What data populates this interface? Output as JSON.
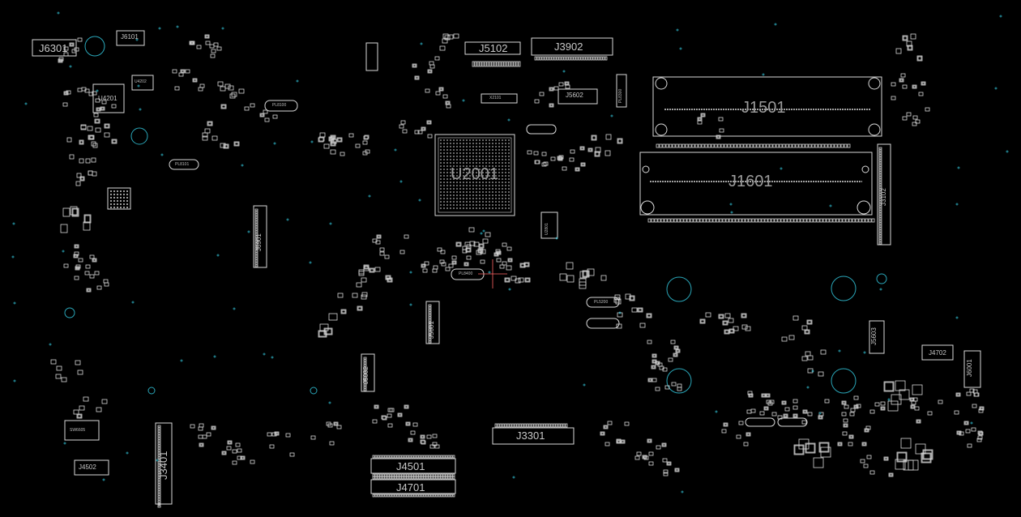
{
  "board": {
    "background": "#000000",
    "outline_color": "#d8d8d8",
    "via_color": "#2aa6b8",
    "large_labels": {
      "u2001": "U2001",
      "j1501": "J1501",
      "j1601": "J1601"
    },
    "connector_labels": {
      "j6301": "J6301",
      "j6101": "J6101",
      "u4201": "U4201",
      "j5102": "J5102",
      "j3902": "J3902",
      "j5602": "J5602",
      "j3102": "J3102",
      "j6901": "J6901",
      "j5601": "J5601",
      "j5002": "J5002",
      "j3301": "J3301",
      "j4501": "J4501",
      "j4701": "J4701",
      "j3401": "J3401",
      "j4502": "J4502",
      "j5603": "J5603",
      "j4702": "J4702",
      "j6001": "J6001",
      "sw6605": "SW6605",
      "pl8100": "PL8100",
      "pl8101": "PL8101",
      "pl8400": "PL8400",
      "pl8300": "PL8300",
      "pl5200": "PL5200",
      "x2101": "X2101",
      "u2801": "U2801",
      "u4202": "U4202"
    }
  }
}
